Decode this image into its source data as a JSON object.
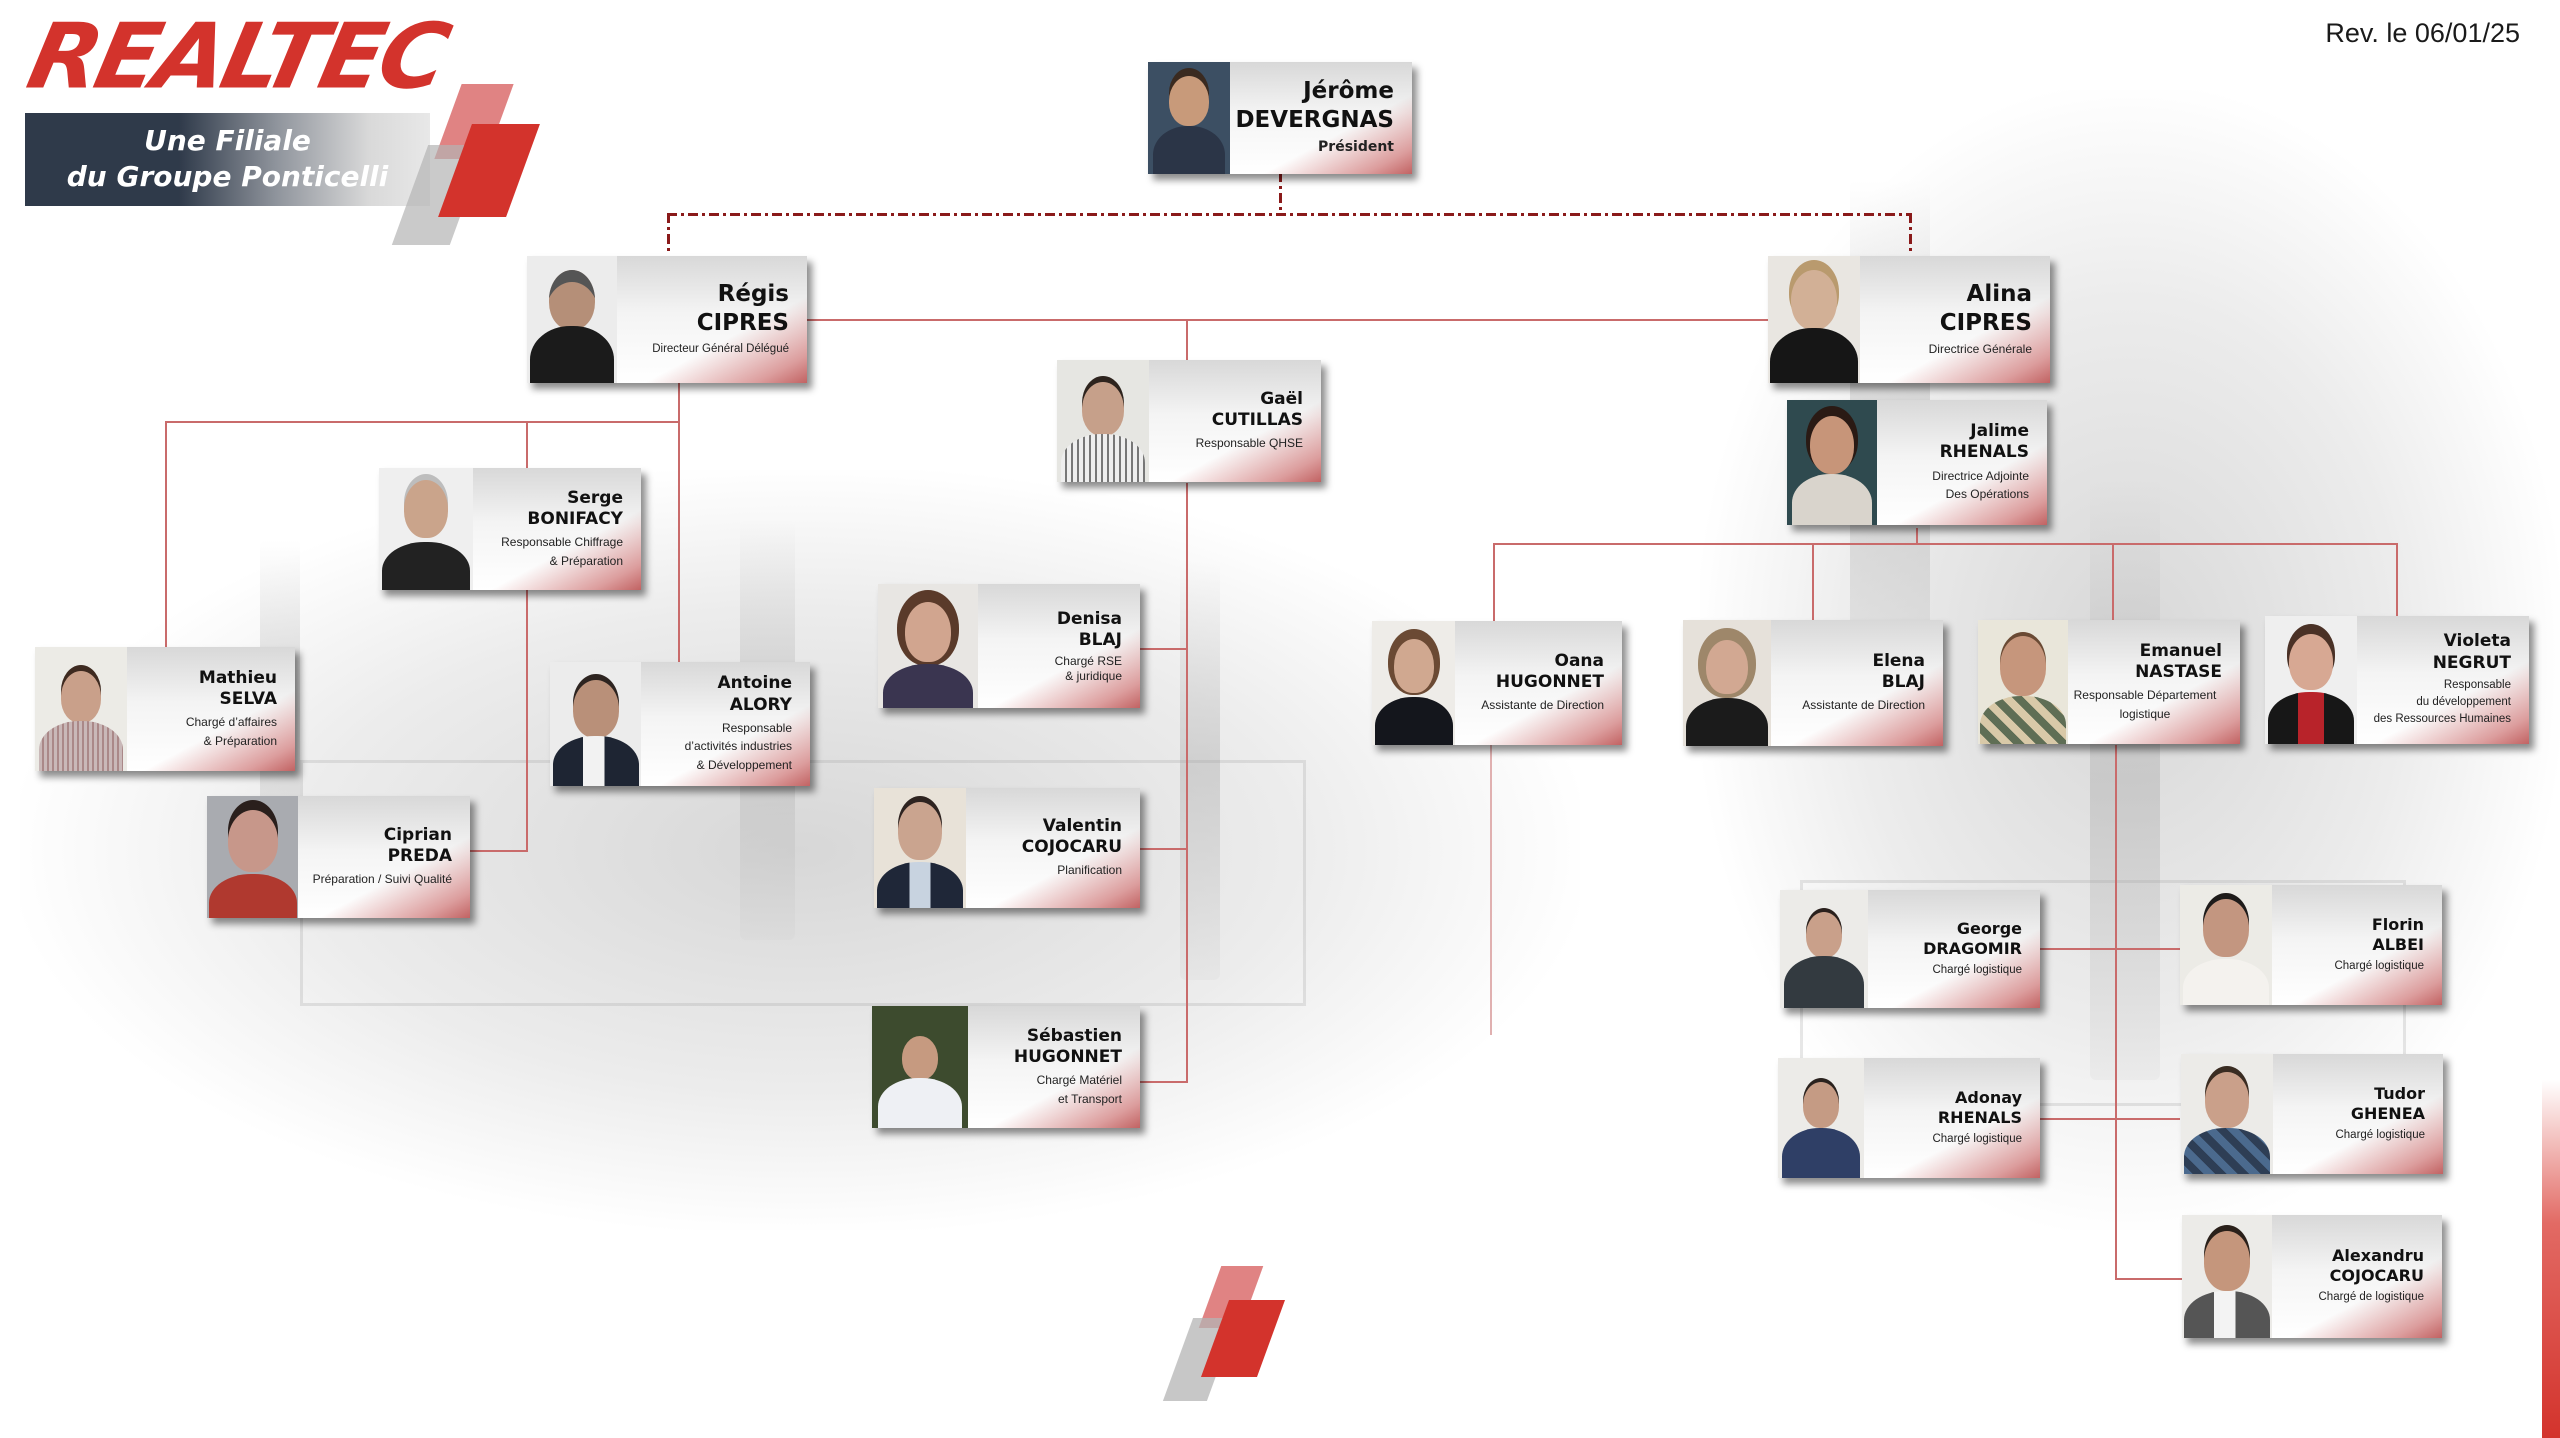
{
  "header": {
    "logo_text": "REALTEC",
    "banner_line1": "Une Filiale",
    "banner_line2": "du Groupe Ponticelli",
    "revision": "Rev. le 06/01/25"
  },
  "colors": {
    "brand_red": "#d3332c",
    "banner_dark": "#2f3a4a",
    "connector": "#c96b6b",
    "dashed_connector": "#8a1a1a"
  },
  "people": {
    "devergnas": {
      "first": "Jérôme",
      "last": "DEVERGNAS",
      "role": "Président"
    },
    "regis": {
      "first": "Régis",
      "last": "CIPRES",
      "role": "Directeur Général Délégué"
    },
    "alina": {
      "first": "Alina",
      "last": "CIPRES",
      "role": "Directrice Générale"
    },
    "jalime": {
      "first": "Jalime",
      "last": "RHENALS",
      "role": "Directrice Adjointe\nDes Opérations"
    },
    "gael": {
      "first": "Gaël",
      "last": "CUTILLAS",
      "role": "Responsable QHSE"
    },
    "serge": {
      "first": "Serge",
      "last": "BONIFACY",
      "role": "Responsable Chiffrage\n& Préparation"
    },
    "mathieu": {
      "first": "Mathieu",
      "last": "SELVA",
      "role": "Chargé d’affaires\n& Préparation"
    },
    "antoine": {
      "first": "Antoine",
      "last": "ALORY",
      "role": "Responsable\nd’activités industries\n&  Développement"
    },
    "ciprian": {
      "first": "Ciprian",
      "last": "PREDA",
      "role": "Préparation / Suivi Qualité"
    },
    "denisa": {
      "first": "Denisa",
      "last": "BLAJ",
      "role": "Chargé RSE\n& juridique"
    },
    "valentin": {
      "first": "Valentin",
      "last": "COJOCARU",
      "role": "Planification"
    },
    "sebastien": {
      "first": "Sébastien",
      "last": "HUGONNET",
      "role": "Chargé Matériel\net Transport"
    },
    "oana": {
      "first": "Oana",
      "last": "HUGONNET",
      "role": "Assistante de Direction"
    },
    "elena": {
      "first": "Elena",
      "last": "BLAJ",
      "role": "Assistante de Direction"
    },
    "emanuel": {
      "first": "Emanuel",
      "last": "NASTASE",
      "role": "Responsable Département\nlogistique"
    },
    "violeta": {
      "first": "Violeta",
      "last": "NEGRUT",
      "role": "Responsable\ndu développement\ndes Ressources Humaines"
    },
    "george": {
      "first": "George",
      "last": "DRAGOMIR",
      "role": "Chargé logistique"
    },
    "florin": {
      "first": "Florin",
      "last": "ALBEI",
      "role": "Chargé logistique"
    },
    "adonay": {
      "first": "Adonay",
      "last": "RHENALS",
      "role": "Chargé logistique"
    },
    "tudor": {
      "first": "Tudor",
      "last": "GHENEA",
      "role": "Chargé logistique"
    },
    "alexandru": {
      "first": "Alexandru",
      "last": "COJOCARU",
      "role": "Chargé de logistique"
    }
  },
  "footer": {
    "decor": "brand-parallelograms"
  }
}
